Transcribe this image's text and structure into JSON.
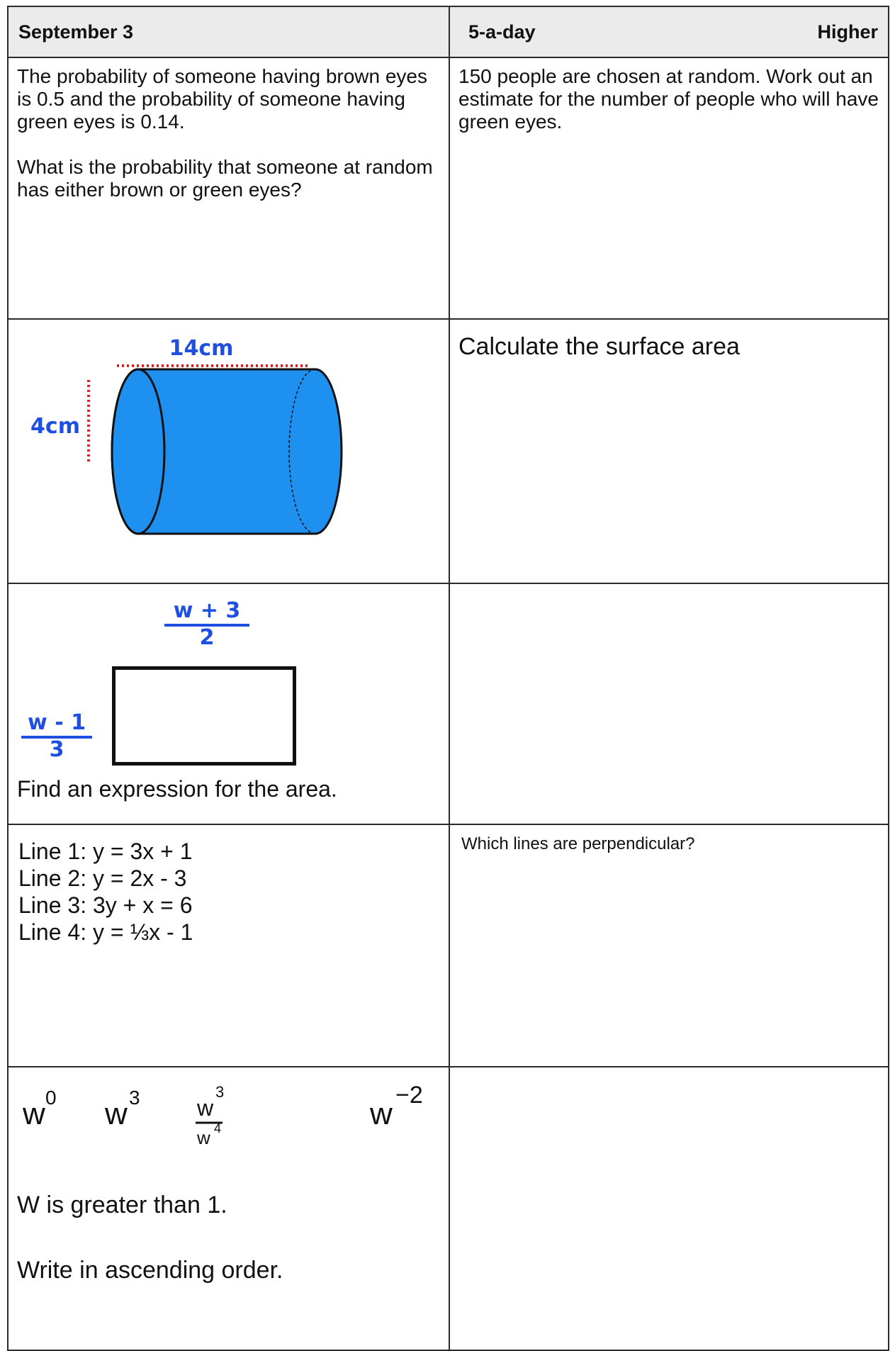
{
  "header": {
    "date": "September 3",
    "title": "5-a-day",
    "level": "Higher"
  },
  "q1": {
    "text_a": "The probability of someone having brown eyes is 0.5 and the probability of someone having green eyes is 0.14.",
    "text_b": "What is the probability that someone at random has either brown or green eyes?"
  },
  "q2": {
    "text": "150 people are chosen at random. Work out an estimate for the number of people who will have green eyes."
  },
  "q3": {
    "length_label": "14cm",
    "radius_label": "4cm",
    "prompt": "Calculate the surface area",
    "colors": {
      "cylinder": "#1e90f0",
      "dims": "#e02020",
      "label": "#1f4fe0"
    }
  },
  "q4": {
    "top_num": "w + 3",
    "top_den": "2",
    "side_num": "w - 1",
    "side_den": "3",
    "prompt": "Find an expression for the area."
  },
  "q5": {
    "lines": [
      "Line 1: y = 3x + 1",
      "Line 2: y = 2x - 3",
      "Line 3: 3y + x = 6",
      "Line 4: y = ⅓x - 1"
    ],
    "prompt": "Which lines are perpendicular?"
  },
  "q6": {
    "base": "w",
    "exp_a": "0",
    "exp_b": "3",
    "frac_num_exp": "3",
    "frac_den_exp": "4",
    "exp_d": "−2",
    "text_a": "W is greater than 1.",
    "text_b": "Write in ascending order."
  }
}
